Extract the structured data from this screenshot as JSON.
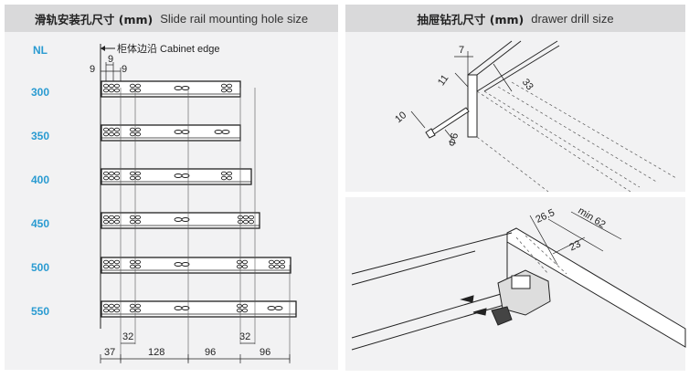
{
  "left_panel": {
    "title_zh": "滑轨安装孔尺寸 (mm)",
    "title_en": "Slide rail mounting hole size",
    "nl_header": "NL",
    "nl_values": [
      "300",
      "350",
      "400",
      "450",
      "500",
      "550"
    ],
    "cabinet_edge_label": "柜体边沿  Cabinet edge",
    "top_dims": [
      "9",
      "9",
      "9"
    ],
    "bottom_dims": [
      "37",
      "128",
      "96",
      "96"
    ],
    "mid_dims": [
      "32",
      "32"
    ]
  },
  "right_top_panel": {
    "title_zh": "抽屉钻孔尺寸 (mm)",
    "title_en": "drawer drill size",
    "dims": [
      "7",
      "11",
      "33",
      "10",
      "Φ6"
    ]
  },
  "right_bottom_panel": {
    "dims": [
      "26.5",
      "min 62",
      "23"
    ]
  },
  "colors": {
    "accent": "#2a9bd1",
    "header_bg": "#d9d9da",
    "panel_bg": "#f2f2f3",
    "line": "#222222"
  }
}
